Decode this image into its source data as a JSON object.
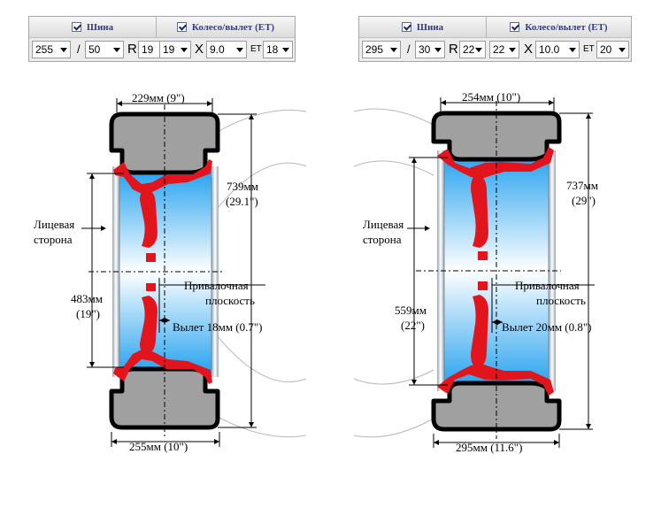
{
  "left": {
    "panel": {
      "tire_label": "Шина",
      "wheel_label": "Колесо/вылет (ET)",
      "tire_width": "255",
      "slash": "/",
      "tire_profile": "50",
      "r_label": "R",
      "tire_rim": "19",
      "wheel_diameter": "19",
      "x_label": "X",
      "wheel_width": "9.0",
      "et_label": "ET",
      "wheel_et": "18"
    },
    "labels": {
      "top_width": "229мм (9\")",
      "outer_diameter_mm": "739мм",
      "outer_diameter_in": "(29.1\")",
      "face_side_1": "Лицевая",
      "face_side_2": "сторона",
      "rim_diameter_mm": "483мм",
      "rim_diameter_in": "(19\")",
      "mount_1": "Привалочная",
      "mount_2": "плоскость",
      "offset": "Вылет 18мм (0.7\")",
      "bottom_width": "255мм (10\")"
    }
  },
  "right": {
    "panel": {
      "tire_label": "Шина",
      "wheel_label": "Колесо/вылет (ET)",
      "tire_width": "295",
      "slash": "/",
      "tire_profile": "30",
      "r_label": "R",
      "tire_rim": "22",
      "wheel_diameter": "22",
      "x_label": "X",
      "wheel_width": "10.0",
      "et_label": "ET",
      "wheel_et": "20"
    },
    "labels": {
      "top_width": "254мм (10\")",
      "outer_diameter_mm": "737мм",
      "outer_diameter_in": "(29\")",
      "face_side_1": "Лицевая",
      "face_side_2": "сторона",
      "rim_diameter_mm": "559мм",
      "rim_diameter_in": "(22\")",
      "mount_1": "Привалочная",
      "mount_2": "плоскость",
      "offset": "Вылет 20мм (0.8\")",
      "bottom_width": "295мм (11.6\")"
    }
  },
  "colors": {
    "tire": "#a0a0a0",
    "tire_outline": "#000000",
    "rim": "#e2141c",
    "barrel_light": "#ffffff",
    "barrel_blue": "#1ea0ef",
    "header_text": "#2f3b8f"
  }
}
